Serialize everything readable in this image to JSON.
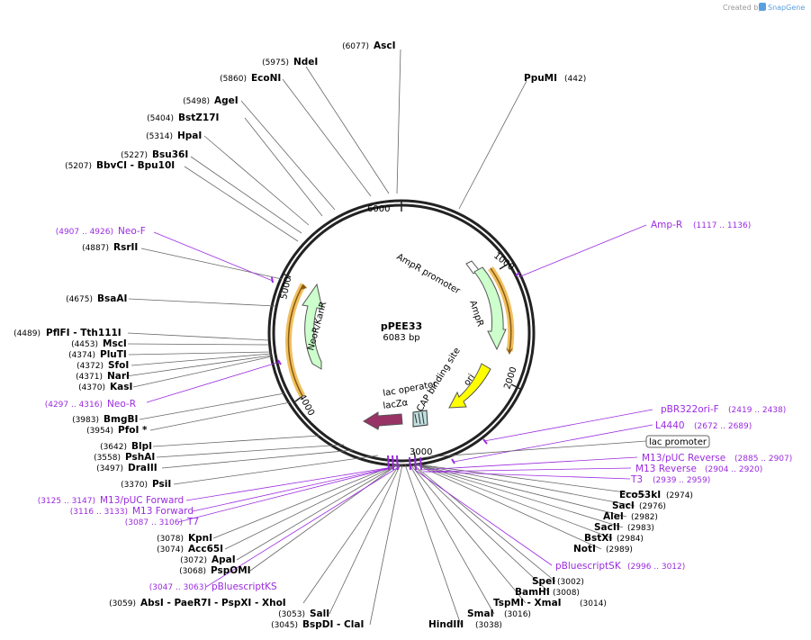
{
  "credit": {
    "prefix": "Created by",
    "brand": "SnapGene"
  },
  "plasmid": {
    "name": "pPEE33",
    "length": "6083 bp"
  },
  "ticks": [
    "1000",
    "2000",
    "3000",
    "4000",
    "5000",
    "6000"
  ],
  "features": {
    "ampr_promoter": "AmpR promoter",
    "ampr": "AmpR",
    "ori": "ori",
    "cap": "CAP binding site",
    "lac_operator": "lac operator",
    "lacz": "lacZα",
    "neor": "NeoR/KanR",
    "lac_promoter": "lac promoter"
  },
  "sites": [
    {
      "pos": "(6077)",
      "name": "AscI"
    },
    {
      "pos": "(5975)",
      "name": "NdeI"
    },
    {
      "pos": "(5860)",
      "name": "EcoNI"
    },
    {
      "pos": "(5498)",
      "name": "AgeI"
    },
    {
      "pos": "(5404)",
      "name": "BstZ17I"
    },
    {
      "pos": "(5314)",
      "name": "HpaI"
    },
    {
      "pos": "(5227)",
      "name": "Bsu36I"
    },
    {
      "pos": "(5207)",
      "name": "BbvCI   - Bpu10I"
    },
    {
      "pos": "(4887)",
      "name": "RsrII"
    },
    {
      "pos": "(4675)",
      "name": "BsaAI"
    },
    {
      "pos": "(4489)",
      "name": "PflFI   - Tth111I"
    },
    {
      "pos": "(4453)",
      "name": "MscI"
    },
    {
      "pos": "(4374)",
      "name": "PluTI"
    },
    {
      "pos": "(4372)",
      "name": "SfoI"
    },
    {
      "pos": "(4371)",
      "name": "NarI"
    },
    {
      "pos": "(4370)",
      "name": "KasI"
    },
    {
      "pos": "(3983)",
      "name": "BmgBI"
    },
    {
      "pos": "(3954)",
      "name": "PfoI *"
    },
    {
      "pos": "(3642)",
      "name": "BlpI"
    },
    {
      "pos": "(3558)",
      "name": "PshAI"
    },
    {
      "pos": "(3497)",
      "name": "DraIII"
    },
    {
      "pos": "(3370)",
      "name": "PsiI"
    },
    {
      "pos": "(3078)",
      "name": "KpnI"
    },
    {
      "pos": "(3074)",
      "name": "Acc65I"
    },
    {
      "pos": "(3072)",
      "name": "ApaI"
    },
    {
      "pos": "(3068)",
      "name": "PspOMI"
    },
    {
      "pos": "(3059)",
      "name": "AbsI   - PaeR7I   - PspXI   - XhoI"
    },
    {
      "pos": "(3053)",
      "name": "SalI"
    },
    {
      "pos": "(3045)",
      "name": "BspDI   - ClaI"
    },
    {
      "name": "HindIII",
      "pos": "(3038)"
    },
    {
      "name": "SmaI",
      "pos": "(3016)"
    },
    {
      "name": "TspMI   - XmaI",
      "pos": "(3014)"
    },
    {
      "name": "BamHI",
      "pos": "(3008)"
    },
    {
      "name": "SpeI",
      "pos": "(3002)"
    },
    {
      "name": "NotI",
      "pos": "(2989)"
    },
    {
      "name": "BstXI",
      "pos": "(2984)"
    },
    {
      "name": "SacII",
      "pos": "(2983)"
    },
    {
      "name": "AleI",
      "pos": "(2982)"
    },
    {
      "name": "SacI",
      "pos": "(2976)"
    },
    {
      "name": "Eco53kI",
      "pos": "(2974)"
    },
    {
      "name": "PpuMI",
      "pos": "(442)"
    }
  ],
  "primers": [
    {
      "name": "Amp-R",
      "pos": "(1117 .. 1136)"
    },
    {
      "name": "Neo-F",
      "pos": "(4907 .. 4926)"
    },
    {
      "name": "Neo-R",
      "pos": "(4297 .. 4316)"
    },
    {
      "name": "pBR322ori-F",
      "pos": "(2419 .. 2438)"
    },
    {
      "name": "L4440",
      "pos": "(2672 .. 2689)"
    },
    {
      "name": "M13/pUC Reverse",
      "pos": "(2885 .. 2907)"
    },
    {
      "name": "M13 Reverse",
      "pos": "(2904 .. 2920)"
    },
    {
      "name": "T3",
      "pos": "(2939 .. 2959)"
    },
    {
      "name": "pBluescriptSK",
      "pos": "(2996 .. 3012)"
    },
    {
      "name": "M13/pUC Forward",
      "pos": "(3125 .. 3147)"
    },
    {
      "name": "M13 Forward",
      "pos": "(3116 .. 3133)"
    },
    {
      "name": "T7",
      "pos": "(3087 .. 3106)"
    },
    {
      "name": "pBluescriptKS",
      "pos": "(3047 .. 3063)"
    }
  ],
  "colors": {
    "ampr": "#ccffcc",
    "neor": "#ccffcc",
    "ori": "#ffff00",
    "lacz": "#993366",
    "primer": "#9b2be0",
    "orange_arc": "#f0a020"
  }
}
